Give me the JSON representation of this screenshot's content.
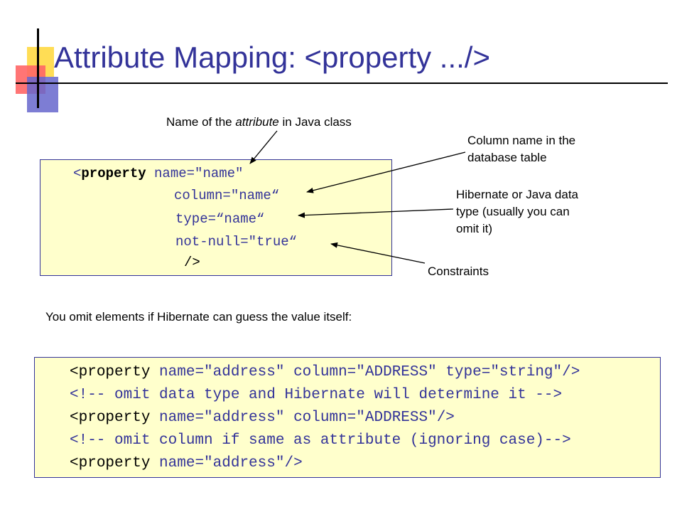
{
  "slide": {
    "title": "Attribute Mapping: <property .../>",
    "colors": {
      "title": "#333399",
      "code": "#333399",
      "box_fill": "#ffffcc",
      "deco_yellow": "#ffdd55",
      "deco_red": "#ff6666",
      "deco_blue": "#6666cc"
    }
  },
  "annotations": {
    "name_prefix": "Name of the ",
    "name_em": "attribute",
    "name_suffix": " in Java class",
    "column_line1": "Column name in the",
    "column_line2": "database table",
    "type_line1": "Hibernate or Java data",
    "type_line2": "type (usually you can",
    "type_line3": "omit it)",
    "constraints": "Constraints"
  },
  "code1": {
    "lt": "<",
    "tag": "property",
    "line1_attr": " name=\"name\"",
    "line2": "column=\"name“",
    "line3": "type=“name“",
    "line4": "not-null=\"true“",
    "close": "/>"
  },
  "explanation": "You omit elements if Hibernate can guess the value itself:",
  "code2": [
    {
      "lt": "<",
      "tag": "property",
      "rest": " name=\"address\" column=\"ADDRESS\" type=\"string\"/>"
    },
    {
      "lt": "",
      "tag": "",
      "rest": "<!-- omit data type and Hibernate will determine it -->"
    },
    {
      "lt": "<",
      "tag": "property",
      "rest": " name=\"address\" column=\"ADDRESS\"/>"
    },
    {
      "lt": "",
      "tag": "",
      "rest": "<!-- omit column if same as attribute (ignoring case)-->"
    },
    {
      "lt": "<",
      "tag": "property",
      "rest": " name=\"address\"/>"
    }
  ]
}
